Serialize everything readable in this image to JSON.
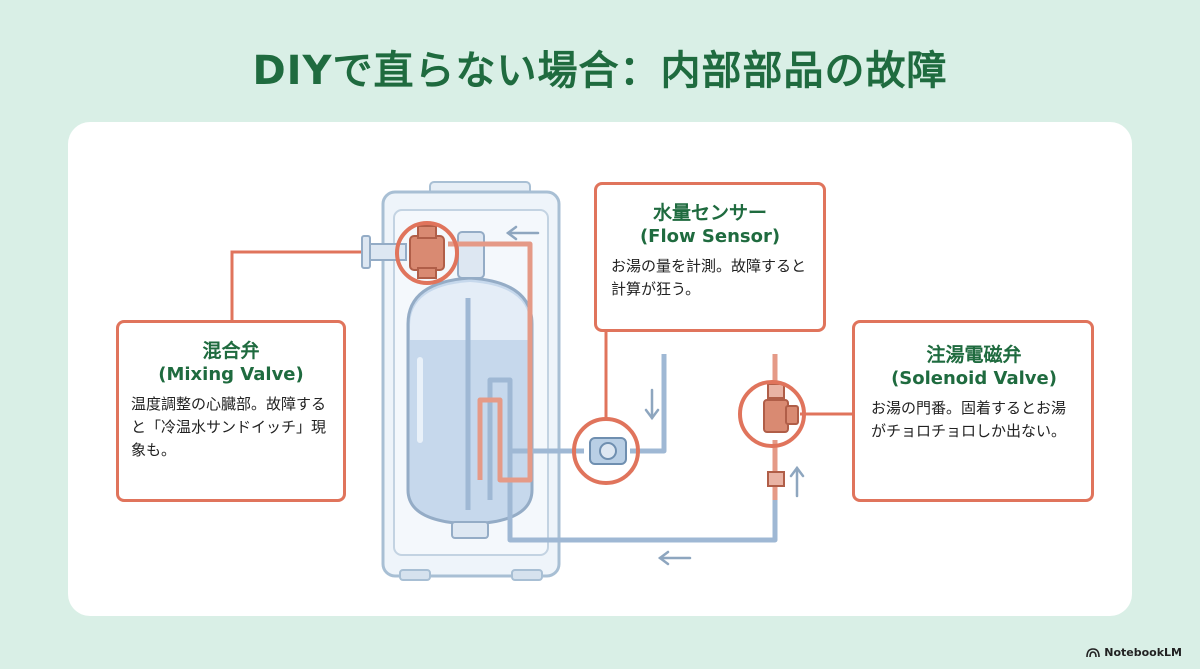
{
  "title": "DIYで直らない場合：内部部品の故障",
  "callouts": {
    "mixing": {
      "jp": "混合弁",
      "en": "(Mixing Valve)",
      "desc": "温度調整の心臓部。故障すると「冷温水サンドイッチ」現象も。"
    },
    "flow": {
      "jp": "水量センサー",
      "en": "(Flow Sensor)",
      "desc": "お湯の量を計測。故障すると計算が狂う。"
    },
    "solenoid": {
      "jp": "注湯電磁弁",
      "en": "(Solenoid Valve)",
      "desc": "お湯の門番。固着するとお湯がチョロチョロしか出ない。"
    }
  },
  "branding": {
    "logo_text": "NotebookLM",
    "logo_icon": "notebooklm-logo-icon"
  },
  "colors": {
    "background": "#d9efe6",
    "title": "#1f6b3f",
    "accent": "#e0745c",
    "hot_pipe": "#e59a87",
    "cold_pipe": "#9fb8d4"
  }
}
